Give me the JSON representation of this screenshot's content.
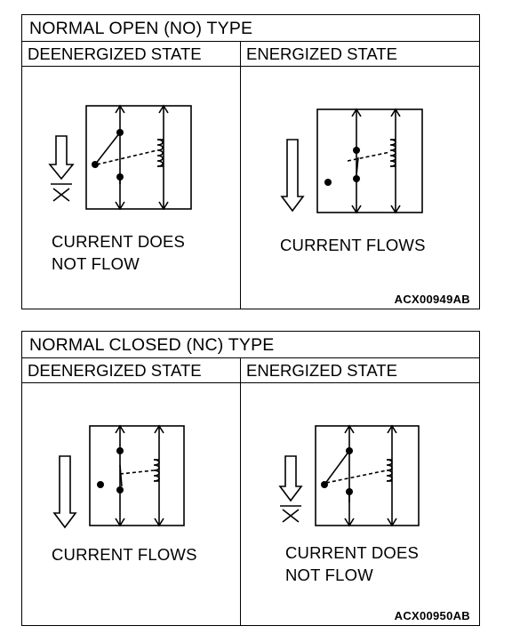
{
  "panels": [
    {
      "title": "NORMAL OPEN (NO) TYPE",
      "left_header": "DEENERGIZED STATE",
      "right_header": "ENERGIZED STATE",
      "left_caption": "CURRENT DOES\nNOT FLOW",
      "right_caption": "CURRENT FLOWS",
      "code": "ACX00949AB"
    },
    {
      "title": "NORMAL CLOSED (NC) TYPE",
      "left_header": "DEENERGIZED STATE",
      "right_header": "ENERGIZED STATE",
      "left_caption": "CURRENT FLOWS",
      "right_caption": "CURRENT DOES\nNOT FLOW",
      "code": "ACX00950AB"
    }
  ],
  "icons": {
    "current_arrow": "down-arrow-icon",
    "blocked": "x-mark-icon",
    "relay": "relay-schematic-icon"
  }
}
